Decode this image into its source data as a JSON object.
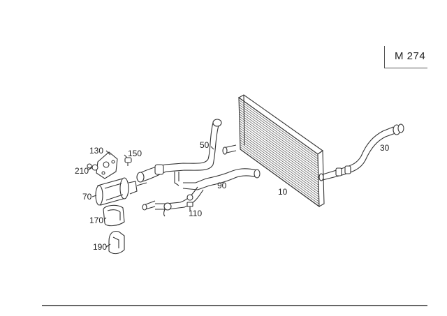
{
  "engine": {
    "code": "M 274"
  },
  "callouts": {
    "c10": "10",
    "c30": "30",
    "c50": "50",
    "c70": "70",
    "c90": "90",
    "c110": "110",
    "c130": "130",
    "c150": "150",
    "c170": "170",
    "c190": "190",
    "c210": "210"
  }
}
